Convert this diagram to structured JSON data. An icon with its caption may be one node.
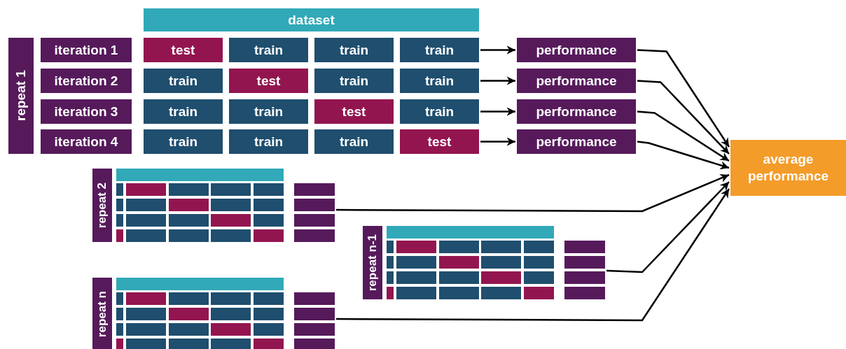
{
  "diagram": {
    "nodes": [
      {
        "text": [
          "dataset"
        ]
      },
      {
        "text": [
          "repeat 1"
        ]
      },
      {
        "text": [
          "iteration 1"
        ]
      },
      {
        "text": [
          "iteration 2"
        ]
      },
      {
        "text": [
          "iteration 3"
        ]
      },
      {
        "text": [
          "iteration 4"
        ]
      },
      {
        "text": [
          "test"
        ]
      },
      {
        "text": [
          "train"
        ]
      },
      {
        "text": [
          "train"
        ]
      },
      {
        "text": [
          "train"
        ]
      },
      {
        "text": [
          "train"
        ]
      },
      {
        "text": [
          "test"
        ]
      },
      {
        "text": [
          "train"
        ]
      },
      {
        "text": [
          "train"
        ]
      },
      {
        "text": [
          "train"
        ]
      },
      {
        "text": [
          "train"
        ]
      },
      {
        "text": [
          "test"
        ]
      },
      {
        "text": [
          "train"
        ]
      },
      {
        "text": [
          "train"
        ]
      },
      {
        "text": [
          "train"
        ]
      },
      {
        "text": [
          "train"
        ]
      },
      {
        "text": [
          "test"
        ]
      },
      {
        "text": [
          "performance"
        ]
      },
      {
        "text": [
          "performance"
        ]
      },
      {
        "text": [
          "performance"
        ]
      },
      {
        "text": [
          "performance"
        ]
      },
      {
        "text": [
          "average performance"
        ]
      },
      {
        "text": [
          "repeat 2"
        ]
      },
      {
        "text": [
          "repeat n-1"
        ]
      },
      {
        "text": [
          "repeat n"
        ]
      }
    ],
    "edges": [
      {
        "from": 9,
        "to": 22,
        "arrow": "to"
      },
      {
        "from": 13,
        "to": 23,
        "arrow": "to"
      },
      {
        "from": 17,
        "to": 24,
        "arrow": "to"
      },
      {
        "from": 21,
        "to": 25,
        "arrow": "to"
      },
      {
        "from": 22,
        "to": 26,
        "arrow": "to"
      },
      {
        "from": 23,
        "to": 26,
        "arrow": "to"
      },
      {
        "from": 24,
        "to": 26,
        "arrow": "to"
      },
      {
        "from": 25,
        "to": 26,
        "arrow": "to"
      },
      {
        "from": 27,
        "to": 26,
        "arrow": "to"
      },
      {
        "from": 28,
        "to": 26,
        "arrow": "to"
      },
      {
        "from": 29,
        "to": 26,
        "arrow": "to"
      }
    ]
  }
}
